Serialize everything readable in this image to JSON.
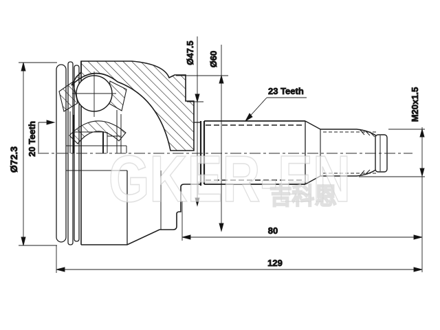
{
  "drawing": {
    "background": "#ffffff",
    "line_color": "#1c1c1c",
    "labels": {
      "outer_diameter": "Ø72.3",
      "inner_spline_teeth": "20 Teeth",
      "flange_step_diameter": "Ø47.5",
      "flange_diameter": "Ø60",
      "shaft_spline_teeth": "23 Teeth",
      "thread_spec": "M20x1.5",
      "shaft_length": "80",
      "overall_length": "129"
    },
    "watermark": {
      "brand": "GKER-EN",
      "brand_cjk": "吉科恩",
      "color": "#c6c6c6"
    }
  }
}
